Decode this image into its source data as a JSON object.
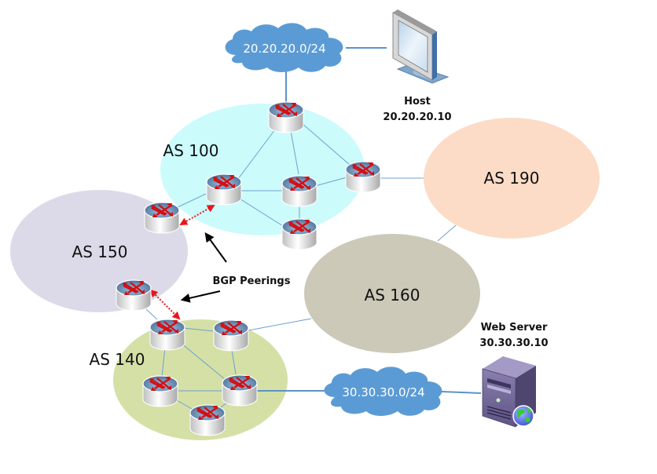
{
  "title": "BGP Autonomous Systems Topology",
  "colors": {
    "as100": "#ccfbfc",
    "as150": "#dcdae8",
    "as190": "#fcdcc6",
    "as160": "#ccc9b9",
    "as140": "#d5e0a6",
    "cloud": "#5b9bd5",
    "link": "#6fa0cf",
    "peering": "#e8151b"
  },
  "autonomous_systems": [
    {
      "id": "as100",
      "label": "AS 100"
    },
    {
      "id": "as150",
      "label": "AS 150"
    },
    {
      "id": "as190",
      "label": "AS 190"
    },
    {
      "id": "as160",
      "label": "AS 160"
    },
    {
      "id": "as140",
      "label": "AS 140"
    }
  ],
  "clouds": [
    {
      "id": "net-20",
      "label": "20.20.20.0/24"
    },
    {
      "id": "net-30",
      "label": "30.30.30.0/24"
    }
  ],
  "host": {
    "name": "Host",
    "ip": "20.20.20.10",
    "icon": "desktop-monitor-icon"
  },
  "server": {
    "name": "Web Server",
    "ip": "30.30.30.10",
    "icon": "web-server-icon"
  },
  "annotation": {
    "label": "BGP Peerings"
  },
  "routers": [
    {
      "id": "r100-top",
      "as": "AS 100"
    },
    {
      "id": "r100-left",
      "as": "AS 100"
    },
    {
      "id": "r100-mid",
      "as": "AS 100"
    },
    {
      "id": "r100-right",
      "as": "AS 100"
    },
    {
      "id": "r100-bottom",
      "as": "AS 100"
    },
    {
      "id": "r150-top",
      "as": "AS 150"
    },
    {
      "id": "r150-bottom",
      "as": "AS 150"
    },
    {
      "id": "r140-top-left",
      "as": "AS 140"
    },
    {
      "id": "r140-top-right",
      "as": "AS 140"
    },
    {
      "id": "r140-mid-left",
      "as": "AS 140"
    },
    {
      "id": "r140-mid-right",
      "as": "AS 140"
    },
    {
      "id": "r140-bottom",
      "as": "AS 140"
    }
  ],
  "links": [
    [
      "net-20",
      "r100-top"
    ],
    [
      "net-20",
      "host"
    ],
    [
      "r100-top",
      "r100-left"
    ],
    [
      "r100-top",
      "r100-mid"
    ],
    [
      "r100-top",
      "r100-right"
    ],
    [
      "r100-left",
      "r100-mid"
    ],
    [
      "r100-left",
      "r100-bottom"
    ],
    [
      "r100-mid",
      "r100-right"
    ],
    [
      "r100-mid",
      "r100-bottom"
    ],
    [
      "r100-right",
      "as190"
    ],
    [
      "as190",
      "as160"
    ],
    [
      "r100-left",
      "r150-top"
    ],
    [
      "r150-bottom",
      "r140-top-left"
    ],
    [
      "r140-top-left",
      "r140-top-right"
    ],
    [
      "r140-top-left",
      "r140-mid-left"
    ],
    [
      "r140-top-left",
      "r140-mid-right"
    ],
    [
      "r140-top-right",
      "r140-mid-right"
    ],
    [
      "r140-top-right",
      "as160"
    ],
    [
      "r140-mid-left",
      "r140-mid-right"
    ],
    [
      "r140-mid-left",
      "r140-bottom"
    ],
    [
      "r140-mid-right",
      "r140-bottom"
    ],
    [
      "r140-mid-right",
      "net-30"
    ],
    [
      "net-30",
      "server"
    ]
  ],
  "bgp_peerings": [
    [
      "r150-top",
      "r100-left"
    ],
    [
      "r150-bottom",
      "r140-top-left"
    ]
  ]
}
